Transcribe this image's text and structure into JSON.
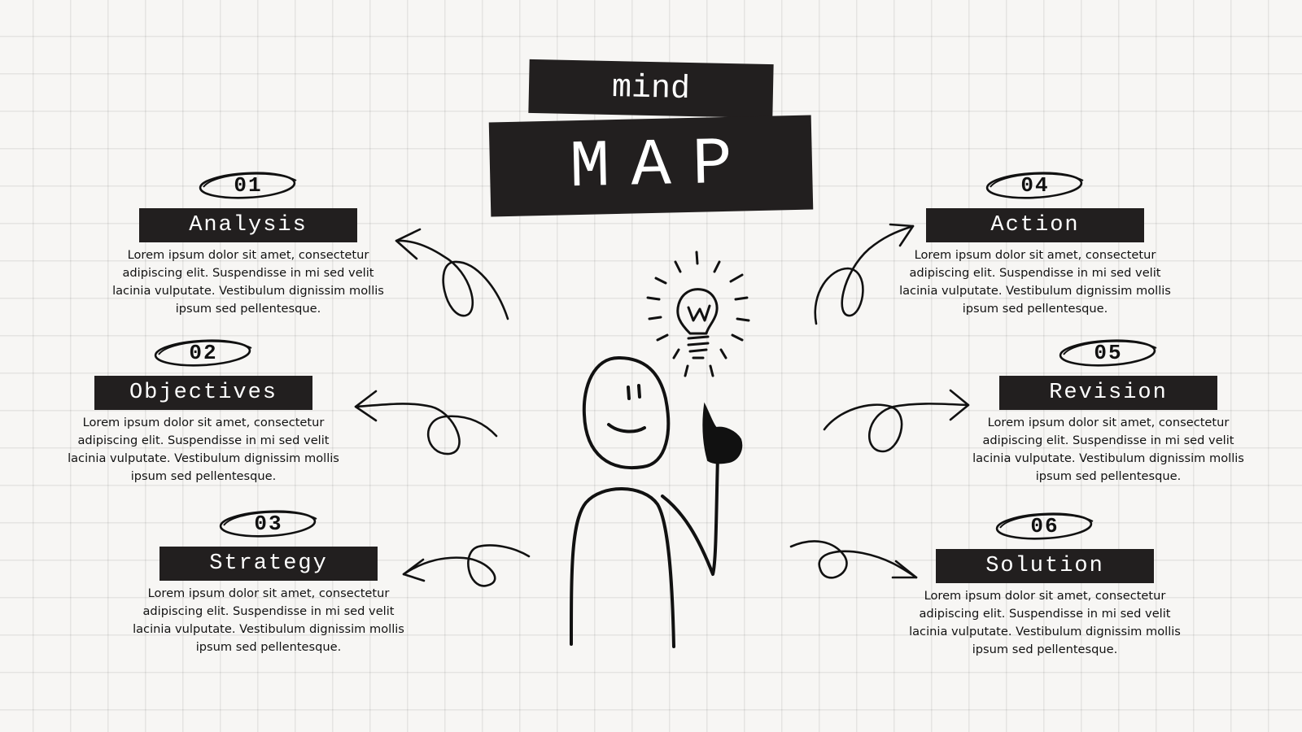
{
  "title": {
    "line1": "mind",
    "line2": "MAP"
  },
  "items": [
    {
      "number": "01",
      "label": "Analysis",
      "text": "Lorem ipsum dolor sit amet, consectetur adipiscing elit. Suspendisse in mi sed velit lacinia vulputate. Vestibulum dignissim mollis ipsum sed pellentesque."
    },
    {
      "number": "02",
      "label": "Objectives",
      "text": "Lorem ipsum dolor sit amet, consectetur adipiscing elit. Suspendisse in mi sed velit lacinia vulputate. Vestibulum dignissim mollis ipsum sed pellentesque."
    },
    {
      "number": "03",
      "label": "Strategy",
      "text": "Lorem ipsum dolor sit amet, consectetur adipiscing elit. Suspendisse in mi sed velit lacinia vulputate. Vestibulum dignissim mollis ipsum sed pellentesque."
    },
    {
      "number": "04",
      "label": "Action",
      "text": "Lorem ipsum dolor sit amet, consectetur adipiscing elit. Suspendisse in mi sed velit lacinia vulputate. Vestibulum dignissim mollis ipsum sed pellentesque."
    },
    {
      "number": "05",
      "label": "Revision",
      "text": "Lorem ipsum dolor sit amet, consectetur adipiscing elit. Suspendisse in mi sed velit lacinia vulputate. Vestibulum dignissim mollis ipsum sed pellentesque."
    },
    {
      "number": "06",
      "label": "Solution",
      "text": "Lorem ipsum dolor sit amet, consectetur adipiscing elit. Suspendisse in mi sed velit lacinia vulputate. Vestibulum dignissim mollis ipsum sed pellentesque."
    }
  ],
  "illustration": {
    "figure": "person-with-thumbs-up",
    "bulb_icon": "lightbulb-icon",
    "arrow_icon": "curly-arrow-icon"
  },
  "colors": {
    "ink": "#221f1f",
    "paper": "#f7f6f4",
    "grid": "#e3e2df",
    "label_text": "#ffffff"
  }
}
